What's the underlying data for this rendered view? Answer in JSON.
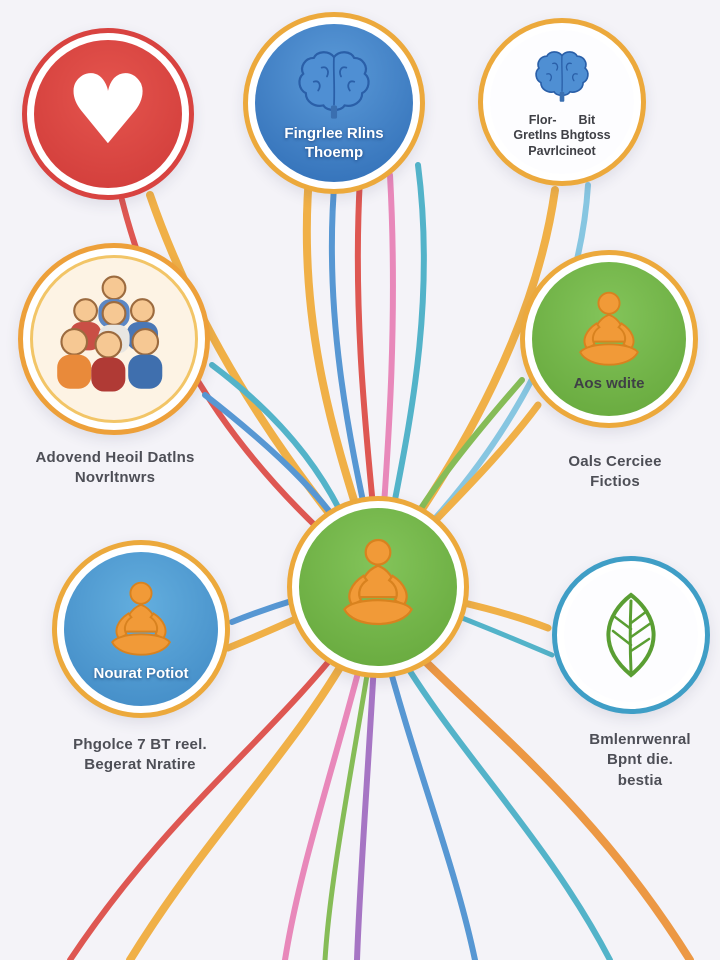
{
  "palette": {
    "background": "#f4f3f8",
    "yellow": "#f0ab38",
    "orange": "#ec9135",
    "red": "#dd4a44",
    "pink": "#e87fb5",
    "purple": "#a06bc0",
    "blue": "#4a90d0",
    "light_blue": "#7ec3e0",
    "teal": "#46aec6",
    "green": "#6fae3e",
    "label_text": "#4d4e56"
  },
  "nodes": {
    "heart": {
      "icon": "heart-icon"
    },
    "brain_top": {
      "icon": "brain-icon",
      "caption_line1": "Fingrlee Rlins",
      "caption_line2": "Thoemp"
    },
    "brain_right": {
      "icon": "brain-icon",
      "caption_line1a": "Flor-",
      "caption_line1b": "Bit",
      "caption_line2": "Gretlns Bhgtoss",
      "caption_line3": "Pavrlcineot"
    },
    "people": {
      "icon": "people-icon",
      "label_line1": "Adovend Heoil Datlns",
      "label_line2": "Novrltnwrs"
    },
    "green_right": {
      "icon": "meditation-icon",
      "caption": "Aos wdite",
      "label_line1": "Oals Cerciee",
      "label_line2": "Fictios"
    },
    "center": {
      "icon": "meditation-icon"
    },
    "blue_left": {
      "icon": "meditation-icon",
      "caption": "Nourat Potiot",
      "label_line1": "Phgolce 7 BT reel.",
      "label_line2": "Begerat Nratire"
    },
    "leaf": {
      "icon": "leaf-icon",
      "label_line1": "Bmlenrwenral",
      "label_line2": "Bpnt die.",
      "label_line3": "bestia"
    }
  }
}
